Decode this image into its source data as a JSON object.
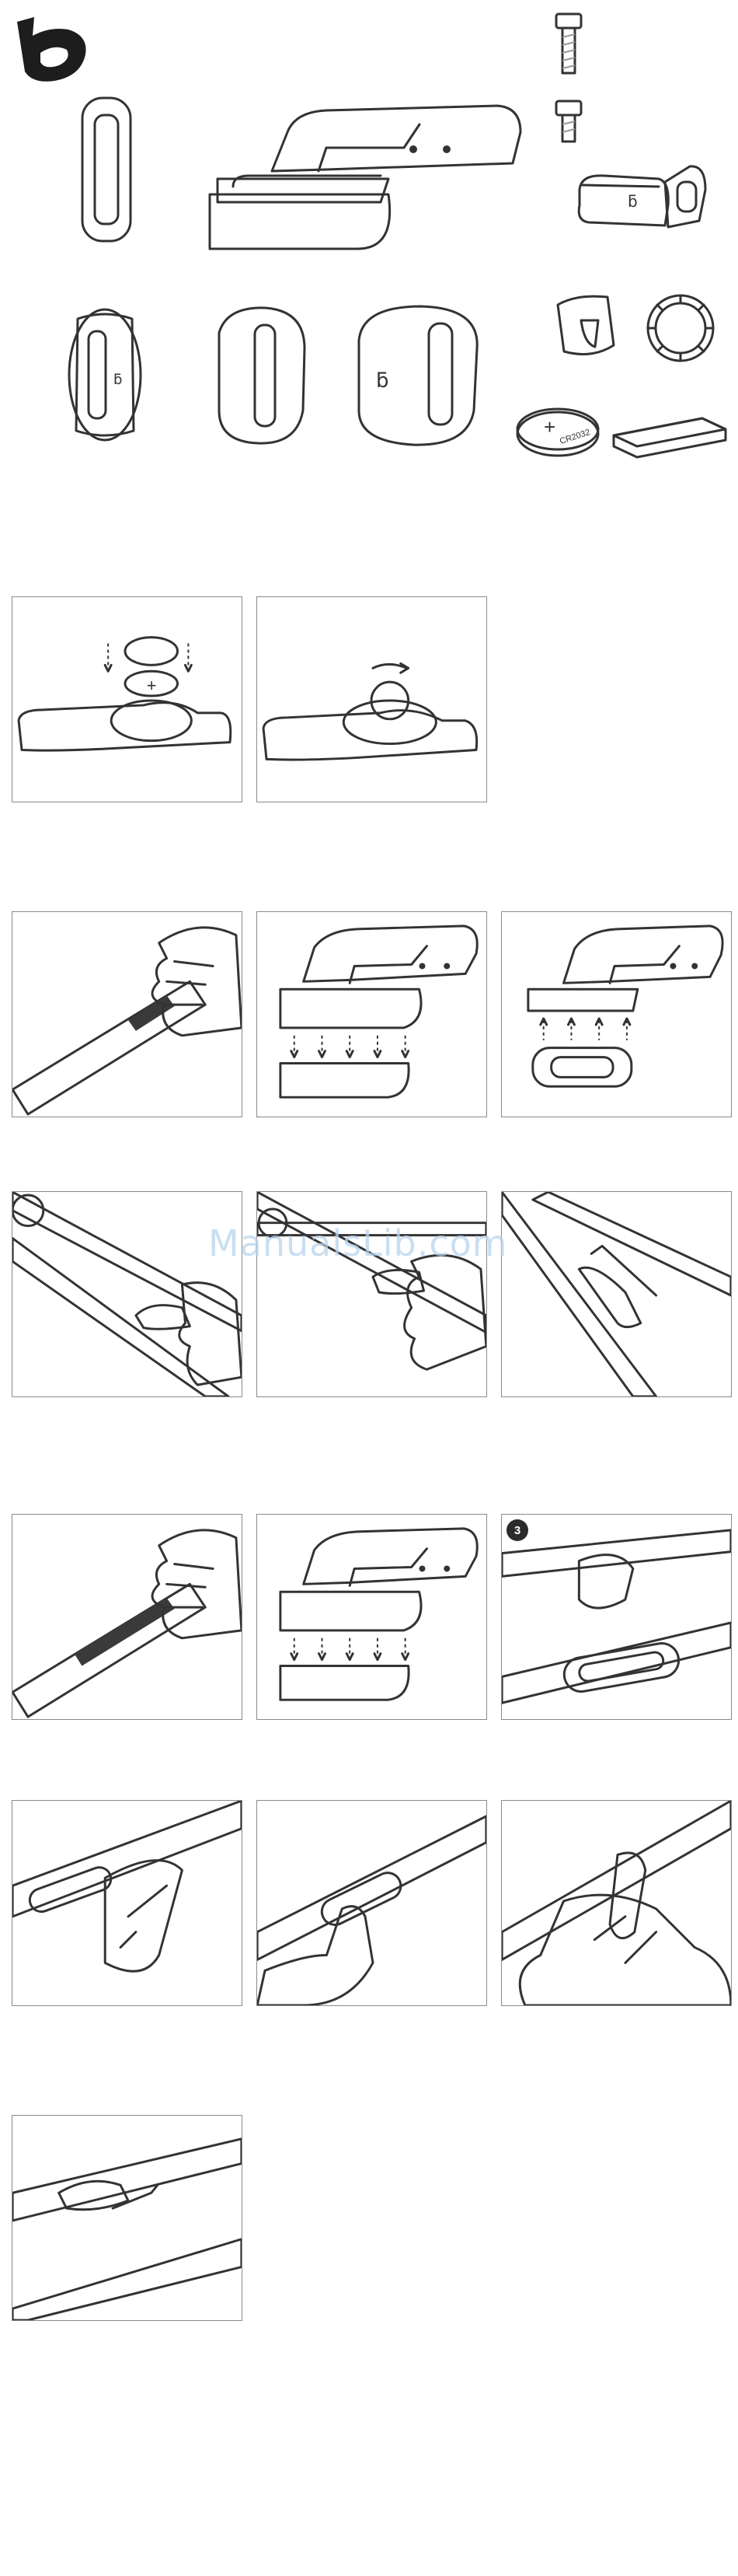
{
  "watermark": "ManualsLib.com",
  "battery_label": "CR2032",
  "battery_sign": "+",
  "step_badge": "3",
  "colors": {
    "panel_border": "#8a8a8a",
    "light_gray": "#d9d9d9",
    "mid_gray": "#9a9a9a",
    "dark_gray": "#4a4a4a",
    "outline": "#333333",
    "watermark": "#b9d3ee"
  },
  "icons": [
    "brand-logo-icon",
    "bolt-icon",
    "sensor-icon",
    "magnet-icon",
    "hand-icon",
    "hex-key-icon"
  ]
}
